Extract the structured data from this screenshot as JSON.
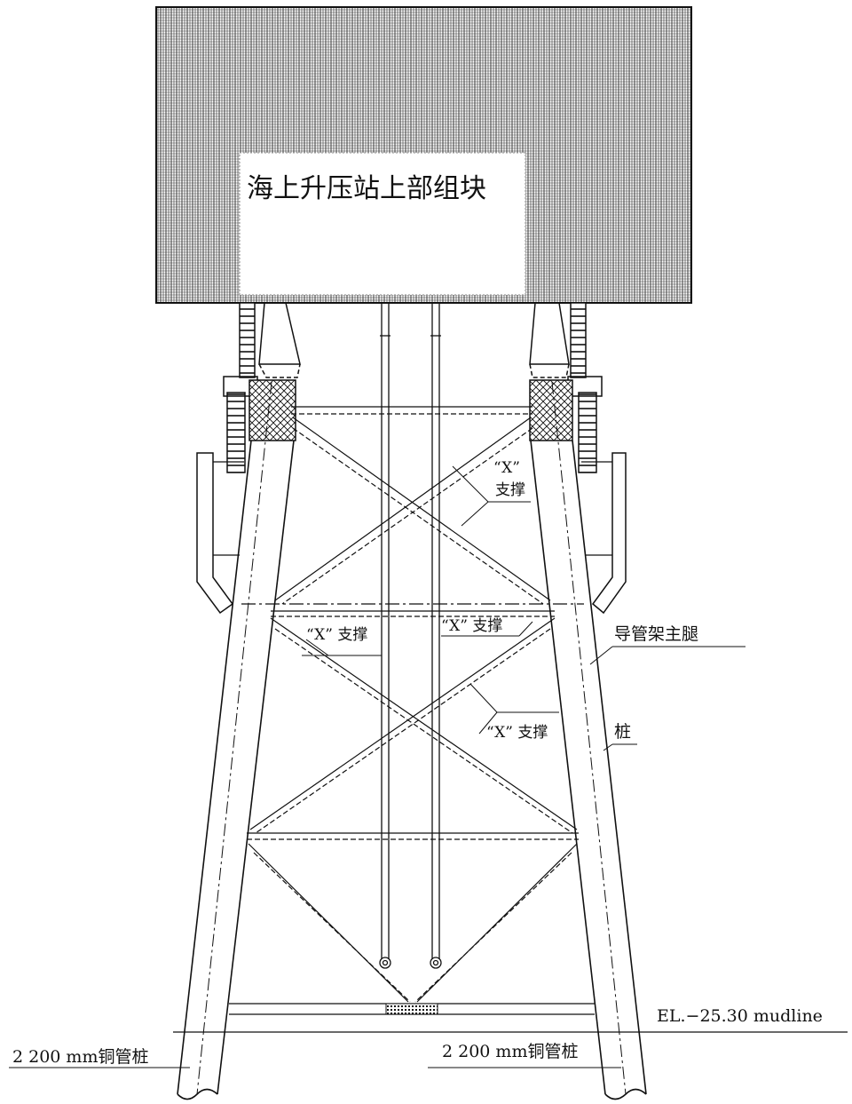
{
  "topside_label": "海上升压站上部组块",
  "x_brace_upper_quote": "“X”",
  "x_brace_upper_word": "支撑",
  "x_brace_mid_left": "“X” 支撑",
  "x_brace_mid_right": "“X” 支撑",
  "x_brace_lower": "“X” 支撑",
  "jacket_leg_label": "导管架主腿",
  "pile_label": "桩",
  "mudline_label": "EL.−25.30 mudline",
  "pile_left_label": "2 200 mm铜管桩",
  "pile_right_label": "2 200 mm铜管桩",
  "colors": {
    "line": "#111111",
    "background": "#ffffff"
  }
}
